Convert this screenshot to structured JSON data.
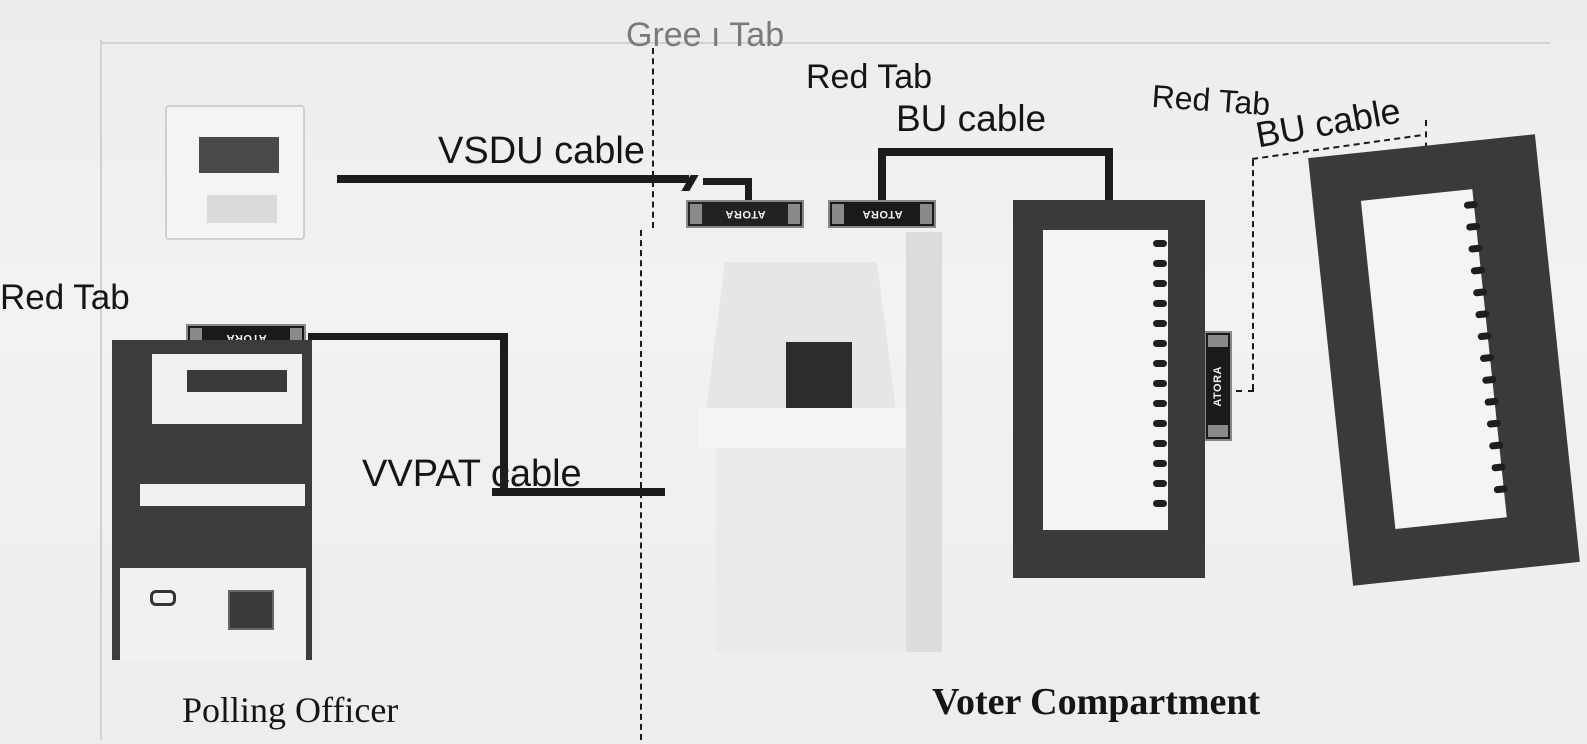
{
  "labels": {
    "green_tab": "Gree ı Tab",
    "red_tab_top": "Red Tab",
    "bu_cable_top": "BU cable",
    "red_tab_right": "Red Tab",
    "bu_cable_right": "BU cable",
    "vsdu_cable": "VSDU cable",
    "red_tab_left": "Red Tab",
    "vvpat_cable": "VVPAT cable",
    "polling_officer": "Polling Officer",
    "voter_compartment": "Voter Compartment"
  },
  "tab_logo": "ATORA",
  "colors": {
    "background": "#ececec",
    "cable": "#1c1c1c",
    "unit_dark": "#3a3a3a",
    "unit_light": "#f0f0f0"
  }
}
